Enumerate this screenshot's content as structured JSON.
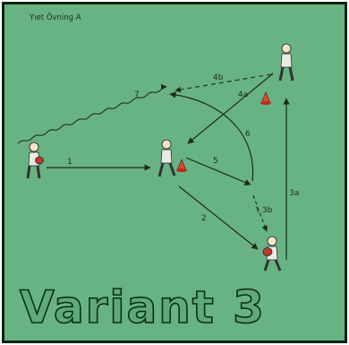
{
  "diagram": {
    "title": "Yıet Övning A",
    "caption": "Variant 3",
    "arrow_labels": [
      "1",
      "2",
      "3a",
      "3b",
      "4a",
      "4b",
      "5",
      "6",
      "7"
    ],
    "colors": {
      "field": "#68b384",
      "field_border": "#0b2312",
      "cone": "#e6432f",
      "ink": "#1f2a1f"
    }
  }
}
